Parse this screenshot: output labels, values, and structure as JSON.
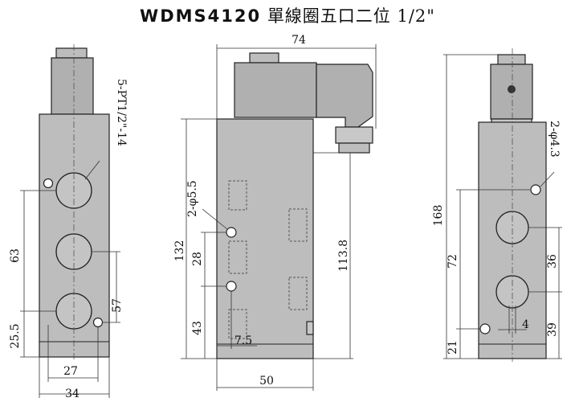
{
  "title": {
    "model": "WDMS4120",
    "description": "單線圈五口二位 1/2\""
  },
  "dimensions": {
    "port_spec": "5-PT1/2\"-14",
    "left_height_63": "63",
    "left_height_57": "57",
    "left_height_25_5": "25.5",
    "left_width_27": "27",
    "left_width_34": "34",
    "front_width_74": "74",
    "front_height_132": "132",
    "front_hole_spec": "2-φ5.5",
    "front_height_28": "28",
    "front_height_43": "43",
    "front_offset_7_5": "7.5",
    "front_height_113_8": "113.8",
    "front_width_50": "50",
    "right_height_168": "168",
    "right_hole_spec": "2-φ4.3",
    "right_height_72": "72",
    "right_height_36": "36",
    "right_height_39": "39",
    "right_height_21": "21",
    "right_offset_4": "4"
  }
}
